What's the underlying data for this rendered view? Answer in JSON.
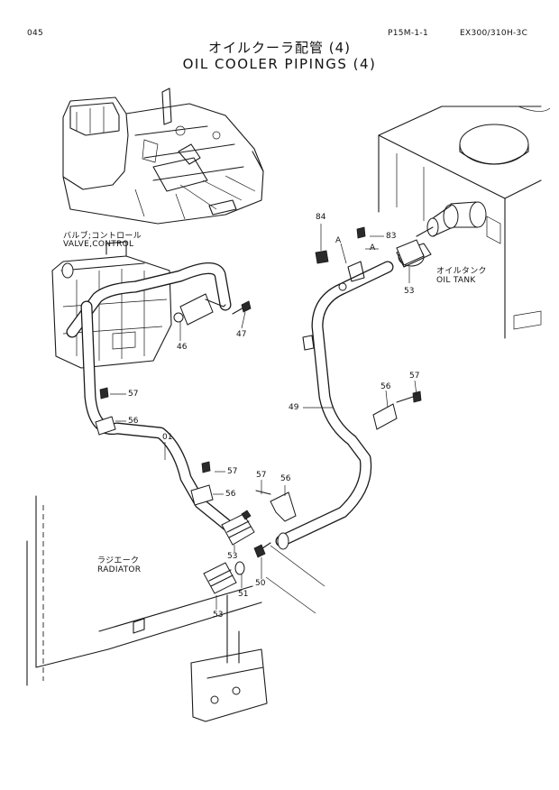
{
  "header": {
    "page_number": "045",
    "code": "P15M-1-1",
    "model": "EX300/310H-3C",
    "title_jp": "オイルクーラ配管 (4)",
    "title_en": "OIL COOLER PIPINGS (4)"
  },
  "labels": {
    "valve_jp": "バルブ;コントロール",
    "valve_en": "VALVE,CONTROL",
    "oil_tank_jp": "オイルタンク",
    "oil_tank_en": "OIL TANK",
    "radiator_jp": "ラジエーク",
    "radiator_en": "RADIATOR"
  },
  "callouts": {
    "c01": "01",
    "c46": "46",
    "c47": "47",
    "c49": "49",
    "c50": "50",
    "c51": "51",
    "c53a": "53",
    "c53b": "53",
    "c53c": "53",
    "c56a": "56",
    "c56b": "56",
    "c56c": "56",
    "c56d": "56",
    "c57a": "57",
    "c57b": "57",
    "c57c": "57",
    "c57d": "57",
    "c83": "83",
    "c84": "84",
    "ref_a1": "A",
    "ref_a2": "A"
  }
}
